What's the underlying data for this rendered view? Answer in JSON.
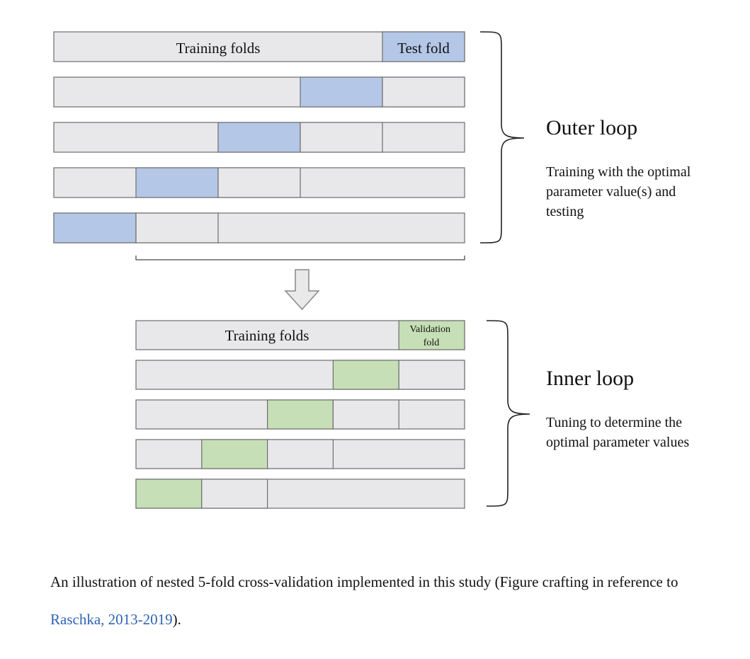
{
  "outer": {
    "training_label": "Training folds",
    "test_label": "Test fold",
    "title": "Outer loop",
    "description_lines": [
      "Training with the optimal",
      "parameter value(s) and",
      "testing"
    ]
  },
  "inner": {
    "training_label": "Training folds",
    "validation_label_lines": [
      "Validation",
      "fold"
    ],
    "title": "Inner loop",
    "description_lines": [
      "Tuning to determine the",
      "optimal parameter values"
    ]
  },
  "colors": {
    "training": "#e8e8eb",
    "test": "#b4c7e7",
    "validation": "#c6dfb6",
    "border": "#6e6e6e"
  },
  "caption": {
    "text_before": "An illustration of nested 5-fold cross-validation implemented in this study (Figure crafting in reference to ",
    "link_text": "Raschka, 2013-2019",
    "text_after": ")."
  }
}
